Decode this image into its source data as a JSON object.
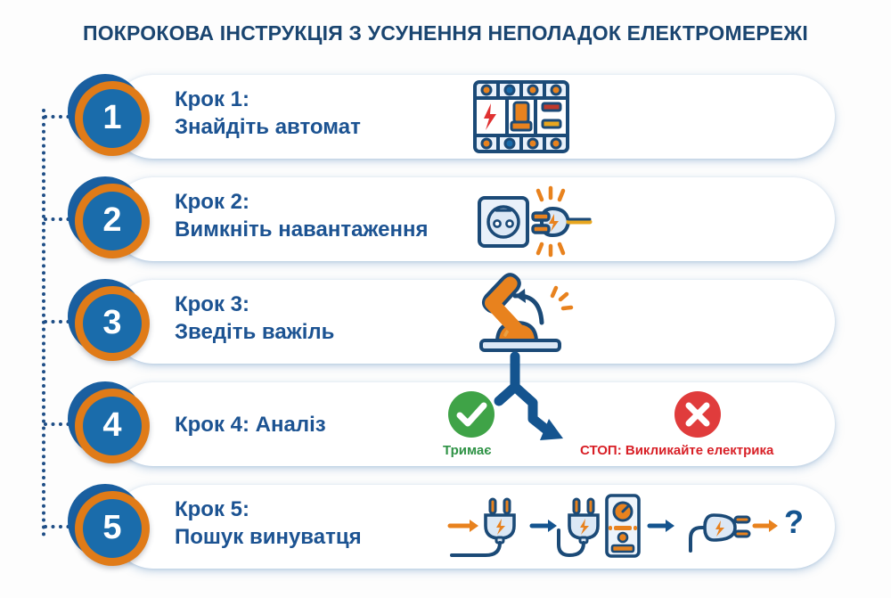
{
  "title": "ПОКРОКОВА ІНСТРУКЦІЯ З УСУНЕННЯ НЕПОЛАДОК ЕЛЕКТРОМЕРЕЖІ",
  "colors": {
    "title": "#1a4570",
    "step_text": "#1c5392",
    "badge_ring": "#e07b18",
    "badge_inner": "#1a6cab",
    "badge_back": "#1a5fa0",
    "badge_number": "#ffffff",
    "card": "#ffffff",
    "rail": "#1f4e86",
    "ok_green": "#2e9245",
    "stop_red": "#d81f26",
    "icon_orange": "#e8821e",
    "icon_navy": "#1b4a77",
    "icon_lightblue": "#dce8f5",
    "bolt_red": "#e03131"
  },
  "steps": [
    {
      "number": "1",
      "line1": "Крок 1:",
      "line2": "Знайдіть автомат",
      "icon": "circuit-breaker-icon"
    },
    {
      "number": "2",
      "line1": "Крок 2:",
      "line2": "Вимкніть навантаження",
      "icon": "socket-and-unplugged-plug-icon"
    },
    {
      "number": "3",
      "line1": "Крок 3:",
      "line2": "Зведіть важіль",
      "icon": "lever-reset-icon"
    },
    {
      "number": "4",
      "line1": "Крок 4: Аналіз",
      "line2": "",
      "icon": "branch-decision-icon"
    },
    {
      "number": "5",
      "line1": "Крок 5:",
      "line2": "Пошук винуватця",
      "icon": "appliance-search-sequence-icon"
    }
  ],
  "branch": {
    "ok_label": "Тримає",
    "stop_label": "СТОП: Викликайте електрика",
    "ok_icon": "check-circle-icon",
    "stop_icon": "x-circle-icon"
  },
  "step5_sequence": {
    "question_mark": "?",
    "items": [
      "arrow-orange-icon",
      "plug-with-bolt-icon",
      "arrow-navy-icon",
      "plug-and-appliance-icon",
      "arrow-navy-icon",
      "plug-unplugged-icon",
      "arrow-orange-icon",
      "question-mark"
    ]
  }
}
